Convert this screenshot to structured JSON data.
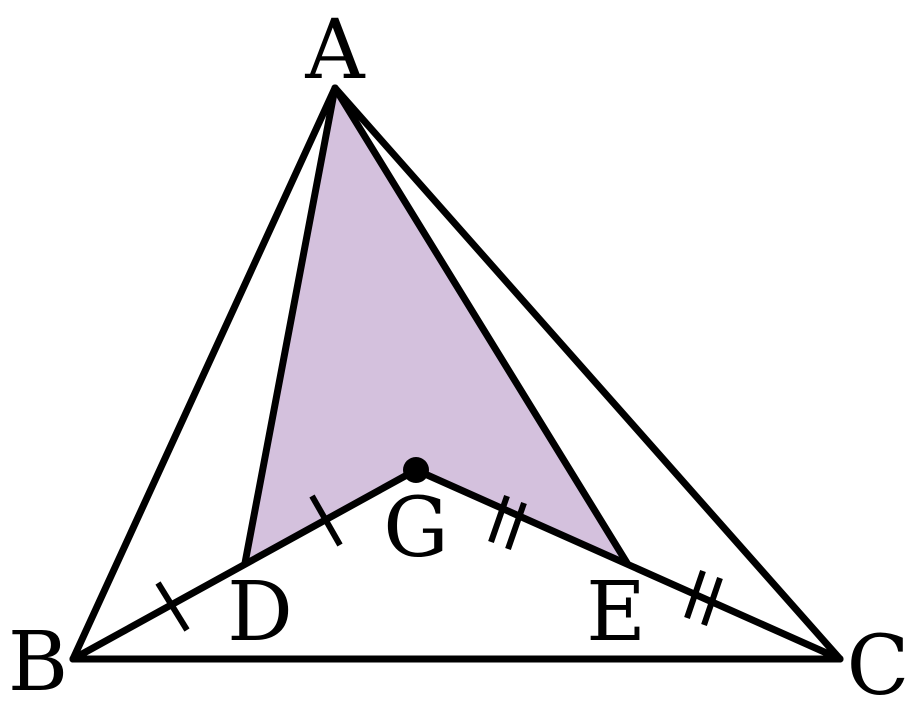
{
  "labels": {
    "A": "A",
    "B": "B",
    "C": "C",
    "D": "D",
    "E": "E",
    "G": "G"
  },
  "colors": {
    "shaded_fill": "#d4c1dd",
    "stroke": "#000000",
    "background": "#ffffff"
  }
}
